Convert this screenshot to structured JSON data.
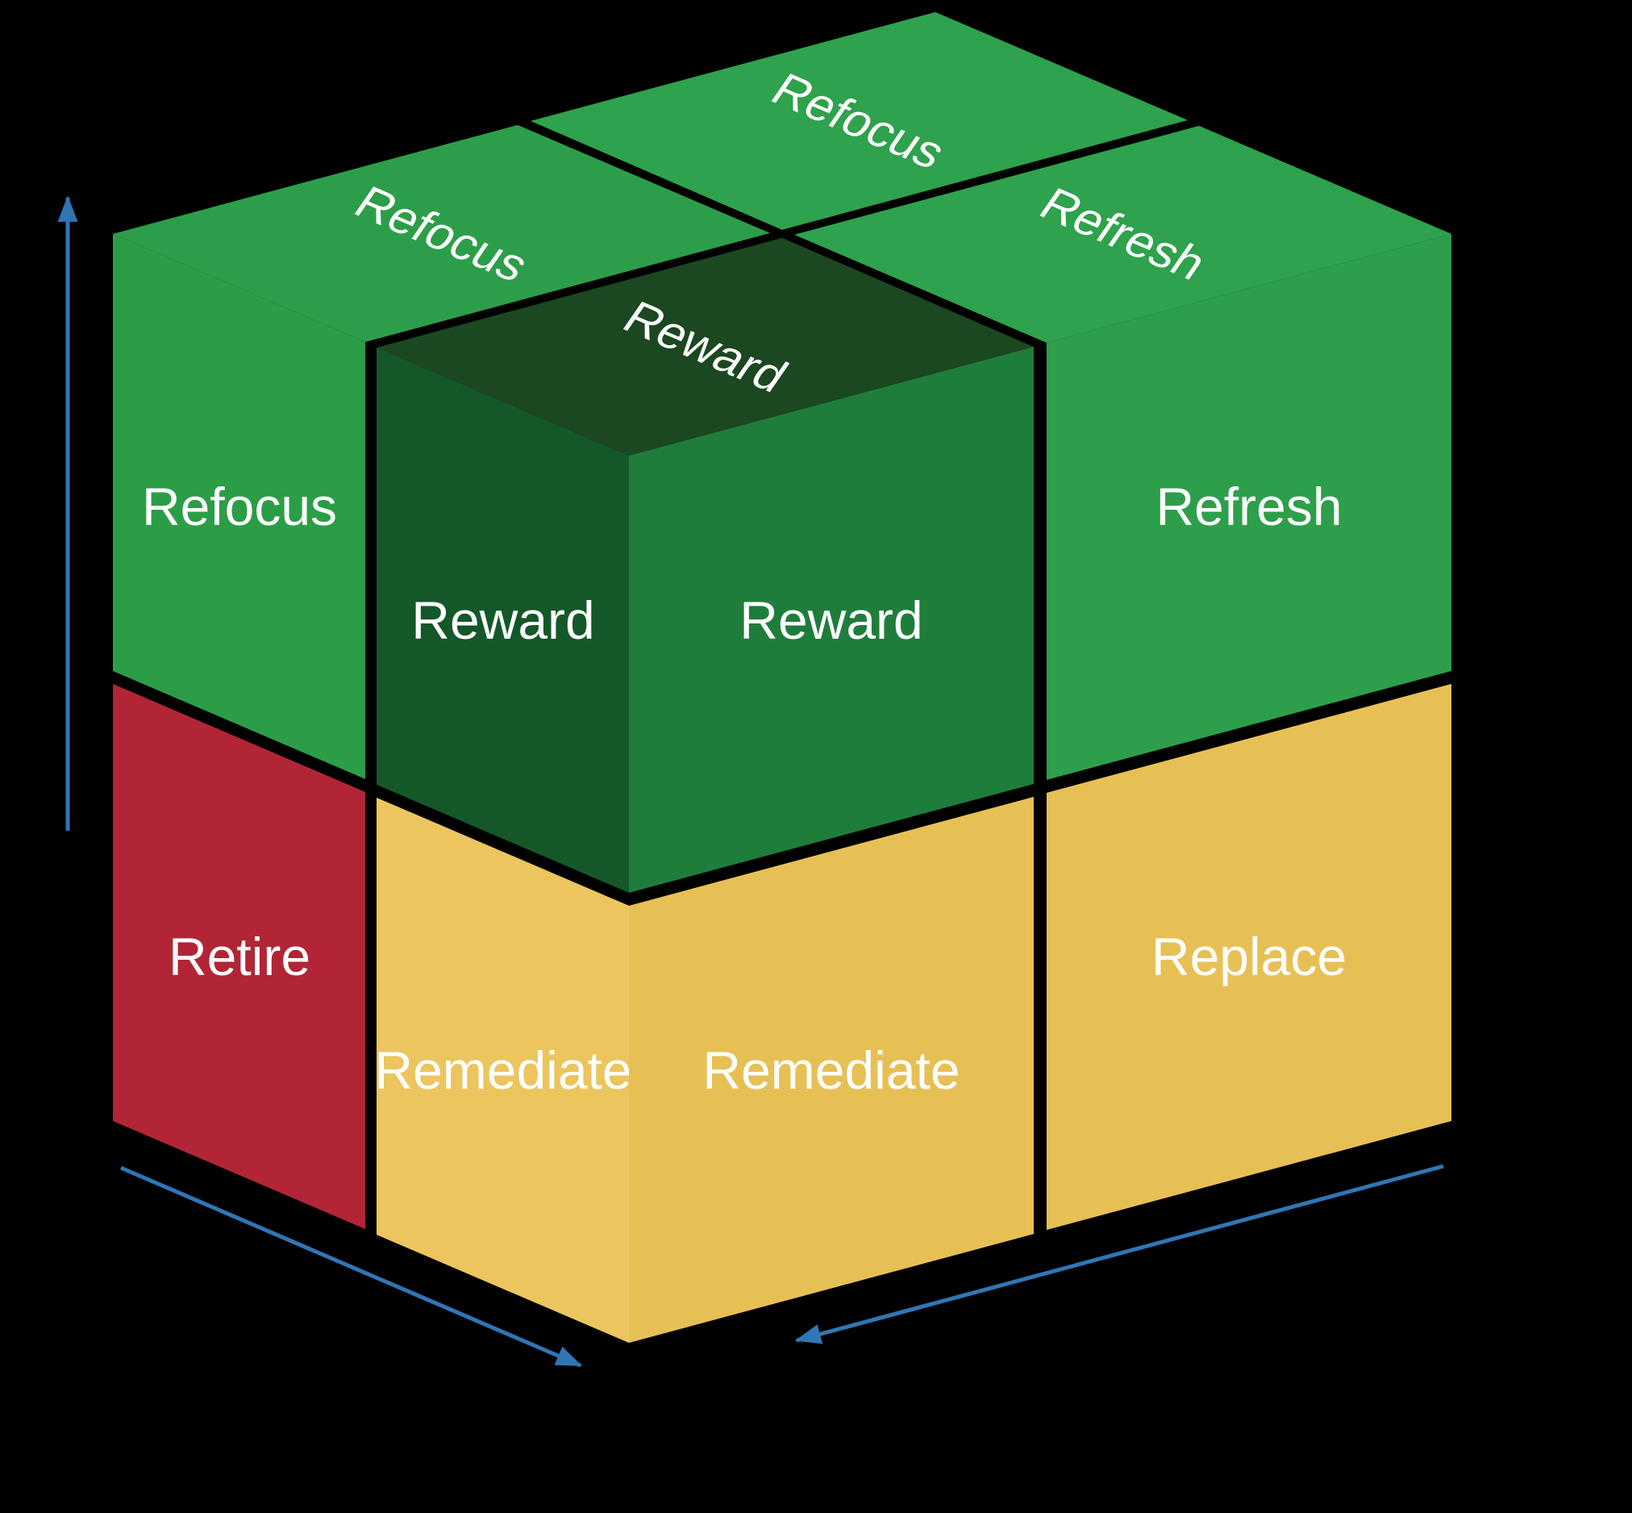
{
  "background": {
    "color": "#000000"
  },
  "labels_color": "#ffffff",
  "cube": {
    "top": [
      {
        "label": "Refocus",
        "color": "#2ea24c"
      },
      {
        "label": "Refresh",
        "color": "#2ea24c"
      },
      {
        "label": "Refocus",
        "color": "#2c9e49"
      },
      {
        "label": "Reward",
        "color": "#1b4721"
      }
    ],
    "left": [
      {
        "label": "Refocus",
        "color": "#2c9d47"
      },
      {
        "label": "Reward",
        "color": "#14582a"
      },
      {
        "label": "Retire",
        "color": "#b12536"
      },
      {
        "label": "Remediate",
        "color": "#ecc55e"
      }
    ],
    "right": [
      {
        "label": "Reward",
        "color": "#1f7d3b"
      },
      {
        "label": "Refresh",
        "color": "#2d9f4a"
      },
      {
        "label": "Remediate",
        "color": "#e7c055"
      },
      {
        "label": "Replace",
        "color": "#e7c055"
      }
    ]
  },
  "axes": {
    "color": "#2f76b5"
  }
}
